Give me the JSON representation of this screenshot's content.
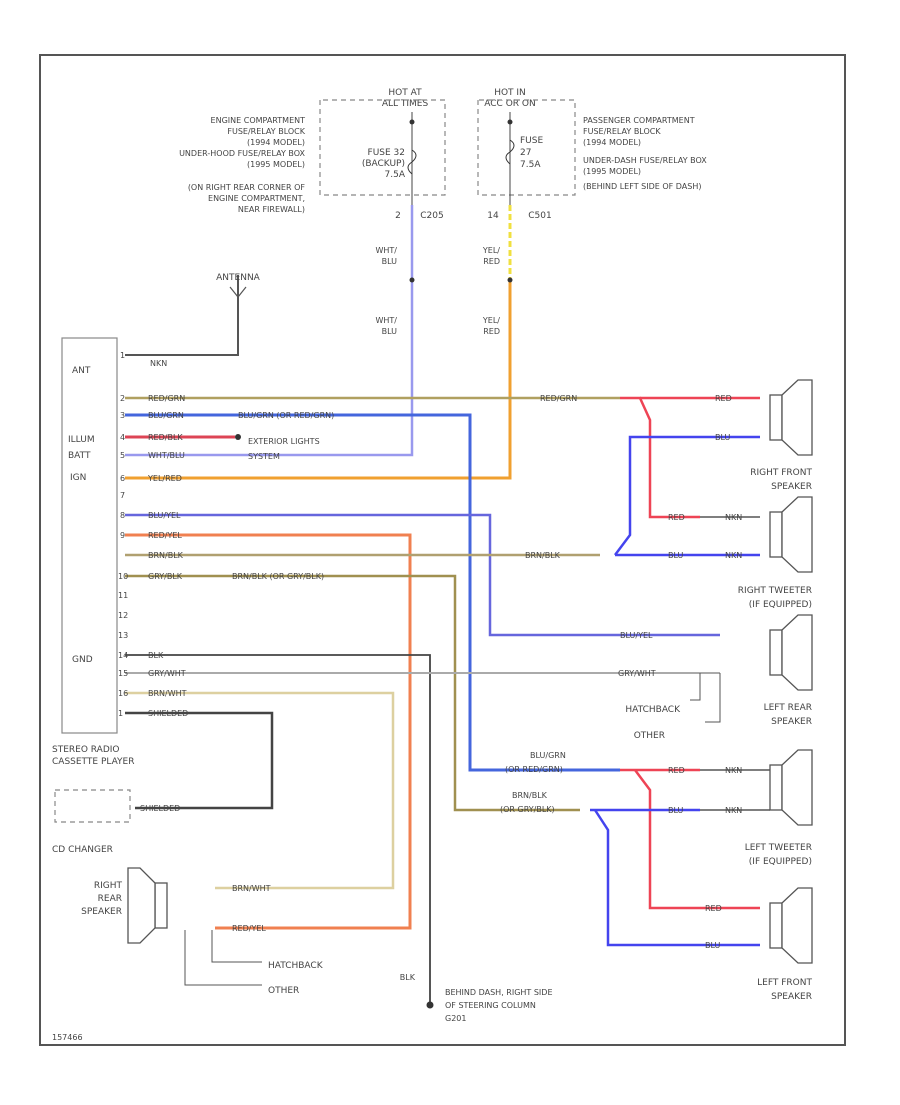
{
  "header_left": {
    "hot_at": "HOT AT",
    "hot_when": "ALL TIMES",
    "fuse_lines": [
      "FUSE 32",
      "(BACKUP)",
      "7.5A"
    ],
    "location_lines": [
      "ENGINE COMPARTMENT",
      "FUSE/RELAY BLOCK",
      "(1994 MODEL)",
      "UNDER-HOOD FUSE/RELAY BOX",
      "(1995 MODEL)",
      "(ON RIGHT REAR CORNER OF",
      "ENGINE COMPARTMENT,",
      "NEAR FIREWALL)"
    ],
    "pin": "2",
    "connector": "C205",
    "wire_top": [
      "WHT/",
      "BLU"
    ],
    "wire_bottom": [
      "WHT/",
      "BLU"
    ]
  },
  "header_right": {
    "hot_at": "HOT IN",
    "hot_when": "ACC OR ON",
    "fuse_lines": [
      "FUSE",
      "27",
      "7.5A"
    ],
    "location_lines": [
      "PASSENGER COMPARTMENT",
      "FUSE/RELAY BLOCK",
      "(1994 MODEL)",
      "UNDER-DASH FUSE/RELAY BOX",
      "(1995 MODEL)",
      "(BEHIND LEFT SIDE OF DASH)"
    ],
    "pin": "14",
    "connector": "C501",
    "wire_top": [
      "YEL/",
      "RED"
    ],
    "wire_bottom": [
      "YEL/",
      "RED"
    ]
  },
  "antenna": {
    "label": "ANTENNA",
    "wire": "NKN"
  },
  "radio": {
    "side_labels": [
      "ANT",
      "ILLUM",
      "BATT",
      "IGN",
      "GND"
    ],
    "pins": [
      "1",
      "2",
      "3",
      "4",
      "5",
      "6",
      "7",
      "8",
      "9",
      "10",
      "11",
      "12",
      "13",
      "14",
      "15",
      "16",
      "1"
    ],
    "title_lines": [
      "STEREO RADIO",
      "CASSETTE PLAYER"
    ]
  },
  "radio_wires": [
    "RED/GRN",
    "BLU/GRN",
    "RED/BLK",
    "WHT/BLU",
    "YEL/RED",
    "BLU/YEL",
    "RED/YEL",
    "BRN/BLK",
    "GRY/BLK",
    "BLK",
    "GRY/WHT",
    "BRN/WHT",
    "SHIELDED"
  ],
  "splice_notes": {
    "blu_grn_or": "BLU/GRN (OR RED/GRN)",
    "brn_blk_or": "BRN/BLK (OR GRY/BLK)"
  },
  "exterior_lights": [
    "EXTERIOR LIGHTS",
    "SYSTEM"
  ],
  "junction_labels": {
    "red_grn": "RED/GRN",
    "brn_blk": "BRN/BLK",
    "blu_yel": "BLU/YEL",
    "gry_wht": "GRY/WHT",
    "blu_grn_or": [
      "BLU/GRN",
      "(OR RED/GRN)"
    ],
    "brn_blk_or": [
      "BRN/BLK",
      "(OR GRY/BLK)"
    ]
  },
  "speaker_wires": {
    "red": "RED",
    "blu": "BLU",
    "nkn": "NKN"
  },
  "speakers": {
    "right_front": [
      "RIGHT FRONT",
      "SPEAKER"
    ],
    "right_tweeter": [
      "RIGHT TWEETER",
      "(IF EQUIPPED)"
    ],
    "left_rear": [
      "LEFT REAR",
      "SPEAKER"
    ],
    "left_tweeter": [
      "LEFT TWEETER",
      "(IF EQUIPPED)"
    ],
    "left_front": [
      "LEFT FRONT",
      "SPEAKER"
    ],
    "right_rear": [
      "RIGHT",
      "REAR",
      "SPEAKER"
    ]
  },
  "variants": {
    "hatchback": "HATCHBACK",
    "other": "OTHER"
  },
  "cd_changer": {
    "label": "CD CHANGER",
    "wire": "SHIELDED"
  },
  "ground": {
    "wire": "BLK",
    "lines": [
      "BEHIND DASH, RIGHT SIDE",
      "OF STEERING COLUMN",
      "G201"
    ]
  },
  "figure_id": "157466",
  "colors": {
    "red": "#ee4444",
    "blue": "#4455ee",
    "orange": "#f0a030",
    "red_orange": "#f08050",
    "tan": "#c8b070",
    "olive": "#a09050",
    "lavender": "#9999ee",
    "black": "#333333",
    "gray": "#999999",
    "beige": "#ddd0a0",
    "yellow": "#f0e040"
  }
}
